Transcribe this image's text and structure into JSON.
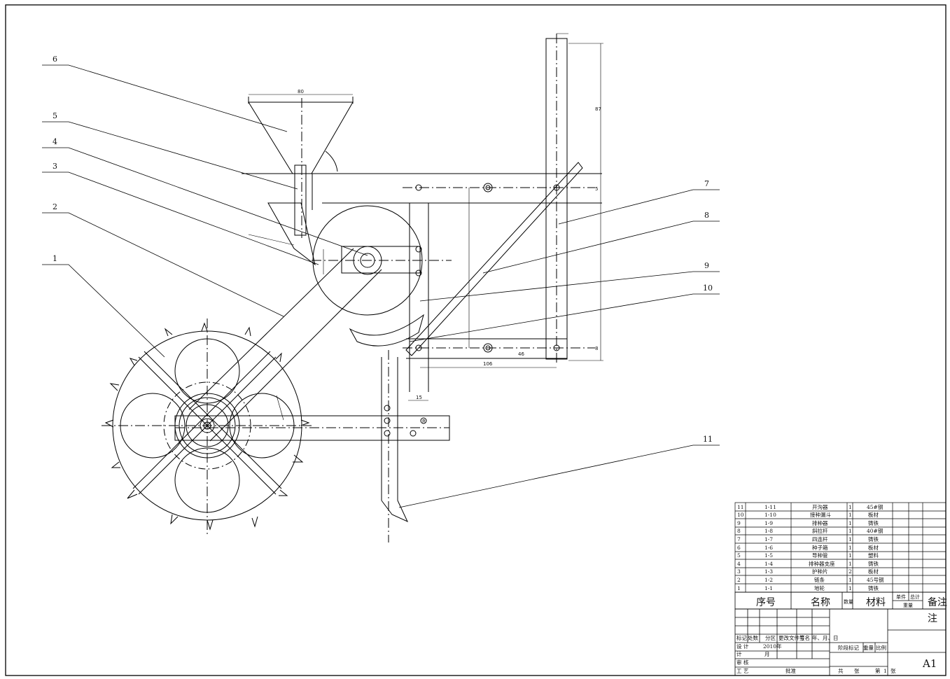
{
  "callouts": [
    "1",
    "2",
    "3",
    "4",
    "5",
    "6",
    "7",
    "8",
    "9",
    "10",
    "11"
  ],
  "dimensions": {
    "hopper_top": "80",
    "frame_bottom": "106",
    "frame_short": "46",
    "wheel_arm": "15",
    "side_post": "R",
    "post_height": "87",
    "col_a": "5",
    "col_b": "8"
  },
  "parts_table": {
    "rows": [
      {
        "index": "11",
        "code": "1-11",
        "name": "开沟器",
        "qty": "1",
        "material": "45#钢"
      },
      {
        "index": "10",
        "code": "1-10",
        "name": "接种漏斗",
        "qty": "1",
        "material": "板材"
      },
      {
        "index": "9",
        "code": "1-9",
        "name": "排种器",
        "qty": "1",
        "material": "铸铁"
      },
      {
        "index": "8",
        "code": "1-8",
        "name": "斜拉杆",
        "qty": "1",
        "material": "40#钢"
      },
      {
        "index": "7",
        "code": "1-7",
        "name": "四连杆",
        "qty": "1",
        "material": "铸铁"
      },
      {
        "index": "6",
        "code": "1-6",
        "name": "种子箱",
        "qty": "1",
        "material": "板材"
      },
      {
        "index": "5",
        "code": "1-5",
        "name": "导种管",
        "qty": "1",
        "material": "塑料"
      },
      {
        "index": "4",
        "code": "1-4",
        "name": "排种器支座",
        "qty": "1",
        "material": "铸铁"
      },
      {
        "index": "3",
        "code": "1-3",
        "name": "护种片",
        "qty": "2",
        "material": "板材"
      },
      {
        "index": "2",
        "code": "1-2",
        "name": "链条",
        "qty": "1",
        "material": "45号钢"
      },
      {
        "index": "1",
        "code": "1-1",
        "name": "地轮",
        "qty": "1",
        "material": "铸铁"
      }
    ],
    "header": {
      "seq": "序号",
      "name": "名称",
      "qty": "数量",
      "material": "材料",
      "unit_weight": "单件",
      "total_weight": "总计",
      "weight": "重量",
      "remark": "备注"
    }
  },
  "title_block": {
    "mark": "标记",
    "place": "处数",
    "zone": "分区",
    "change_doc": "更改文件号",
    "sign": "签名",
    "date": "年、月、日",
    "design": "设  计",
    "design_date": "2010年",
    "month": "月",
    "check": "审  核",
    "process": "工  艺",
    "approve": "批准",
    "stage": "阶段标记",
    "weight": "重量",
    "scale": "比例",
    "total": "共",
    "sheet": "张",
    "nth": "第",
    "sheet_no": "1",
    "sheet2": "张",
    "size": "A1",
    "calc": "计"
  }
}
